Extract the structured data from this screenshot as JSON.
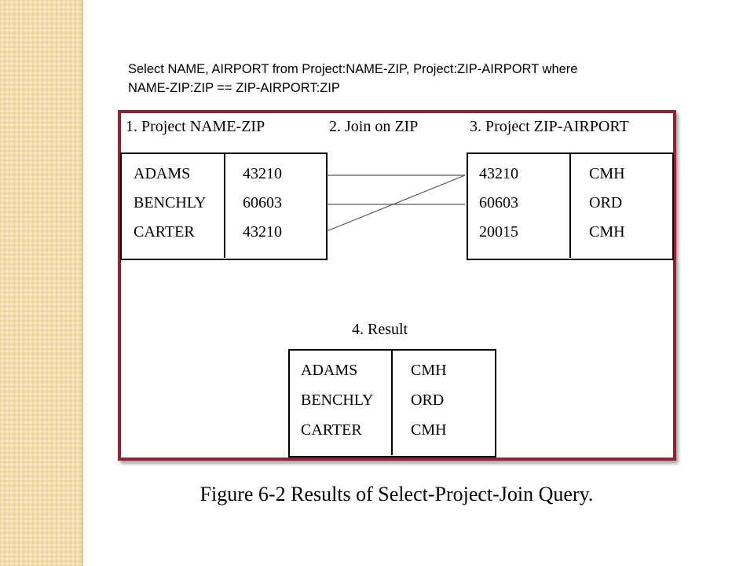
{
  "query": "Select NAME, AIRPORT from Project:NAME-ZIP, Project:ZIP-AIRPORT where NAME-ZIP:ZIP == ZIP-AIRPORT:ZIP",
  "steps": {
    "step1": "1.  Project NAME-ZIP",
    "step2": "2.  Join on ZIP",
    "step3": "3.  Project ZIP-AIRPORT",
    "step4": "4.  Result"
  },
  "name_zip": {
    "rows": [
      {
        "name": "ADAMS",
        "zip": "43210"
      },
      {
        "name": "BENCHLY",
        "zip": "60603"
      },
      {
        "name": "CARTER",
        "zip": "43210"
      }
    ]
  },
  "zip_airport": {
    "rows": [
      {
        "zip": "43210",
        "airport": "CMH"
      },
      {
        "zip": "60603",
        "airport": "ORD"
      },
      {
        "zip": "20015",
        "airport": "CMH"
      }
    ]
  },
  "result": {
    "rows": [
      {
        "name": "ADAMS",
        "airport": "CMH"
      },
      {
        "name": "BENCHLY",
        "airport": "ORD"
      },
      {
        "name": "CARTER",
        "airport": "CMH"
      }
    ]
  },
  "caption": "Figure 6-2  Results of Select-Project-Join Query.",
  "colors": {
    "frame_border": "#8c2433",
    "side_strip": "#f3deb0"
  }
}
